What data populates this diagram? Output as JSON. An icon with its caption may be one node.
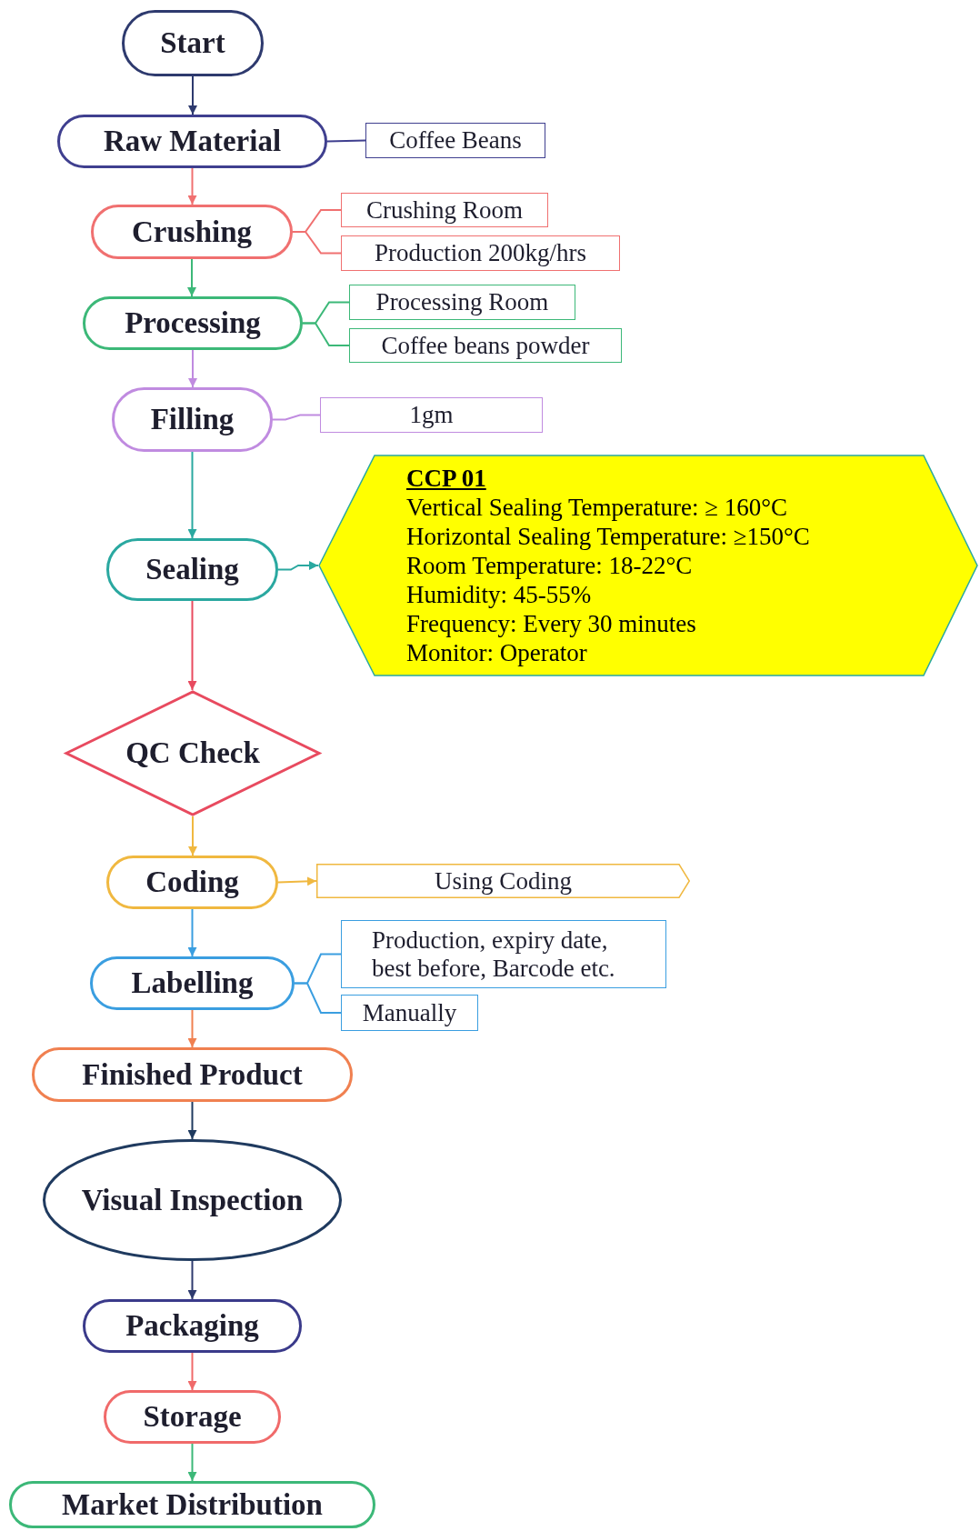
{
  "diagram": {
    "nodes": [
      {
        "text": [
          "Start"
        ]
      },
      {
        "text": [
          "Raw Material"
        ]
      },
      {
        "text": [
          "Coffee Beans"
        ]
      },
      {
        "text": [
          "Crushing"
        ]
      },
      {
        "text": [
          "Crushing Room"
        ]
      },
      {
        "text": [
          "Production 200kg/hrs"
        ]
      },
      {
        "text": [
          "Processing"
        ]
      },
      {
        "text": [
          "Processing Room"
        ]
      },
      {
        "text": [
          "Coffee beans powder"
        ]
      },
      {
        "text": [
          "Filling"
        ]
      },
      {
        "text": [
          "1gm"
        ]
      },
      {
        "text": [
          "Sealing"
        ]
      },
      {
        "text": [
          "CCP 01",
          "Vertical Sealing Temperature: ≥ 160°C",
          "Horizontal Sealing Temperature: ≥150°C",
          "Room Temperature: 18-22°C",
          "Humidity: 45-55%",
          "Frequency: Every 30 minutes",
          "Monitor: Operator"
        ]
      },
      {
        "text": [
          "QC Check"
        ]
      },
      {
        "text": [
          "Coding"
        ]
      },
      {
        "text": [
          "Using Coding"
        ]
      },
      {
        "text": [
          "Labelling"
        ]
      },
      {
        "text": [
          "Production, expiry date, best before, Barcode etc."
        ]
      },
      {
        "text": [
          "Manually"
        ]
      },
      {
        "text": [
          "Finished Product"
        ]
      },
      {
        "text": [
          "Visual Inspection"
        ]
      },
      {
        "text": [
          "Packaging"
        ]
      },
      {
        "text": [
          "Storage"
        ]
      },
      {
        "text": [
          "Market Distribution"
        ]
      }
    ],
    "edges": [
      {
        "from": 0,
        "to": 1,
        "arrow": "to",
        "color": "#2e3a6e"
      },
      {
        "from": 1,
        "to": 2,
        "arrow": "none",
        "color": "#3f3f8f"
      },
      {
        "from": 1,
        "to": 3,
        "arrow": "to",
        "color": "#f07070"
      },
      {
        "from": 3,
        "to": 4,
        "arrow": "none",
        "color": "#f07070"
      },
      {
        "from": 3,
        "to": 5,
        "arrow": "none",
        "color": "#f07070"
      },
      {
        "from": 3,
        "to": 6,
        "arrow": "to",
        "color": "#3cb878"
      },
      {
        "from": 6,
        "to": 7,
        "arrow": "none",
        "color": "#3cb878"
      },
      {
        "from": 6,
        "to": 8,
        "arrow": "none",
        "color": "#3cb878"
      },
      {
        "from": 6,
        "to": 9,
        "arrow": "to",
        "color": "#c08be0"
      },
      {
        "from": 9,
        "to": 10,
        "arrow": "none",
        "color": "#c08be0"
      },
      {
        "from": 9,
        "to": 11,
        "arrow": "to",
        "color": "#2aa8a0"
      },
      {
        "from": 11,
        "to": 12,
        "arrow": "to",
        "color": "#2aa8a0"
      },
      {
        "from": 11,
        "to": 13,
        "arrow": "to",
        "color": "#e84a5f"
      },
      {
        "from": 13,
        "to": 14,
        "arrow": "to",
        "color": "#f0b840"
      },
      {
        "from": 14,
        "to": 15,
        "arrow": "to",
        "color": "#f0b840"
      },
      {
        "from": 14,
        "to": 16,
        "arrow": "to",
        "color": "#3a9ee0"
      },
      {
        "from": 16,
        "to": 17,
        "arrow": "none",
        "color": "#3a9ee0"
      },
      {
        "from": 16,
        "to": 18,
        "arrow": "none",
        "color": "#3a9ee0"
      },
      {
        "from": 16,
        "to": 19,
        "arrow": "to",
        "color": "#f08050"
      },
      {
        "from": 19,
        "to": 20,
        "arrow": "to",
        "color": "#1f3a5f"
      },
      {
        "from": 20,
        "to": 21,
        "arrow": "to",
        "color": "#2e3a6e"
      },
      {
        "from": 21,
        "to": 22,
        "arrow": "to",
        "color": "#f06a6a"
      },
      {
        "from": 22,
        "to": 23,
        "arrow": "to",
        "color": "#3cb878"
      }
    ]
  }
}
